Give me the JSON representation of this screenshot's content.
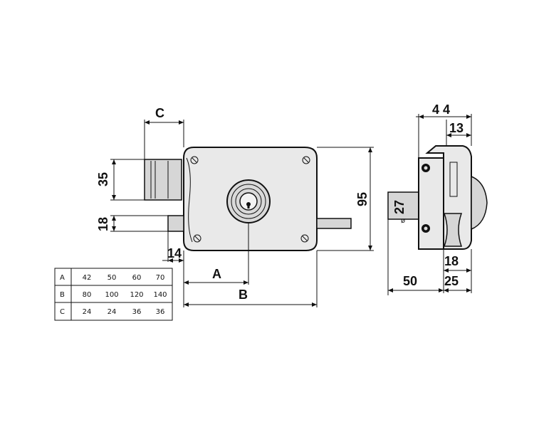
{
  "front_view": {
    "dim_c": "C",
    "dim_35": "35",
    "dim_18": "18",
    "dim_14": "14",
    "dim_a": "A",
    "dim_b": "B",
    "dim_95": "95"
  },
  "side_view": {
    "dim_44": "4 4",
    "dim_13": "13",
    "dim_27": "27",
    "dia_symbol": "ø",
    "dim_18": "18",
    "dim_50": "50",
    "dim_25": "25"
  },
  "size_table": {
    "rows": [
      {
        "label": "A",
        "values": [
          "42",
          "50",
          "60",
          "70"
        ]
      },
      {
        "label": "B",
        "values": [
          "80",
          "100",
          "120",
          "140"
        ]
      },
      {
        "label": "C",
        "values": [
          "24",
          "24",
          "36",
          "36"
        ]
      }
    ]
  }
}
